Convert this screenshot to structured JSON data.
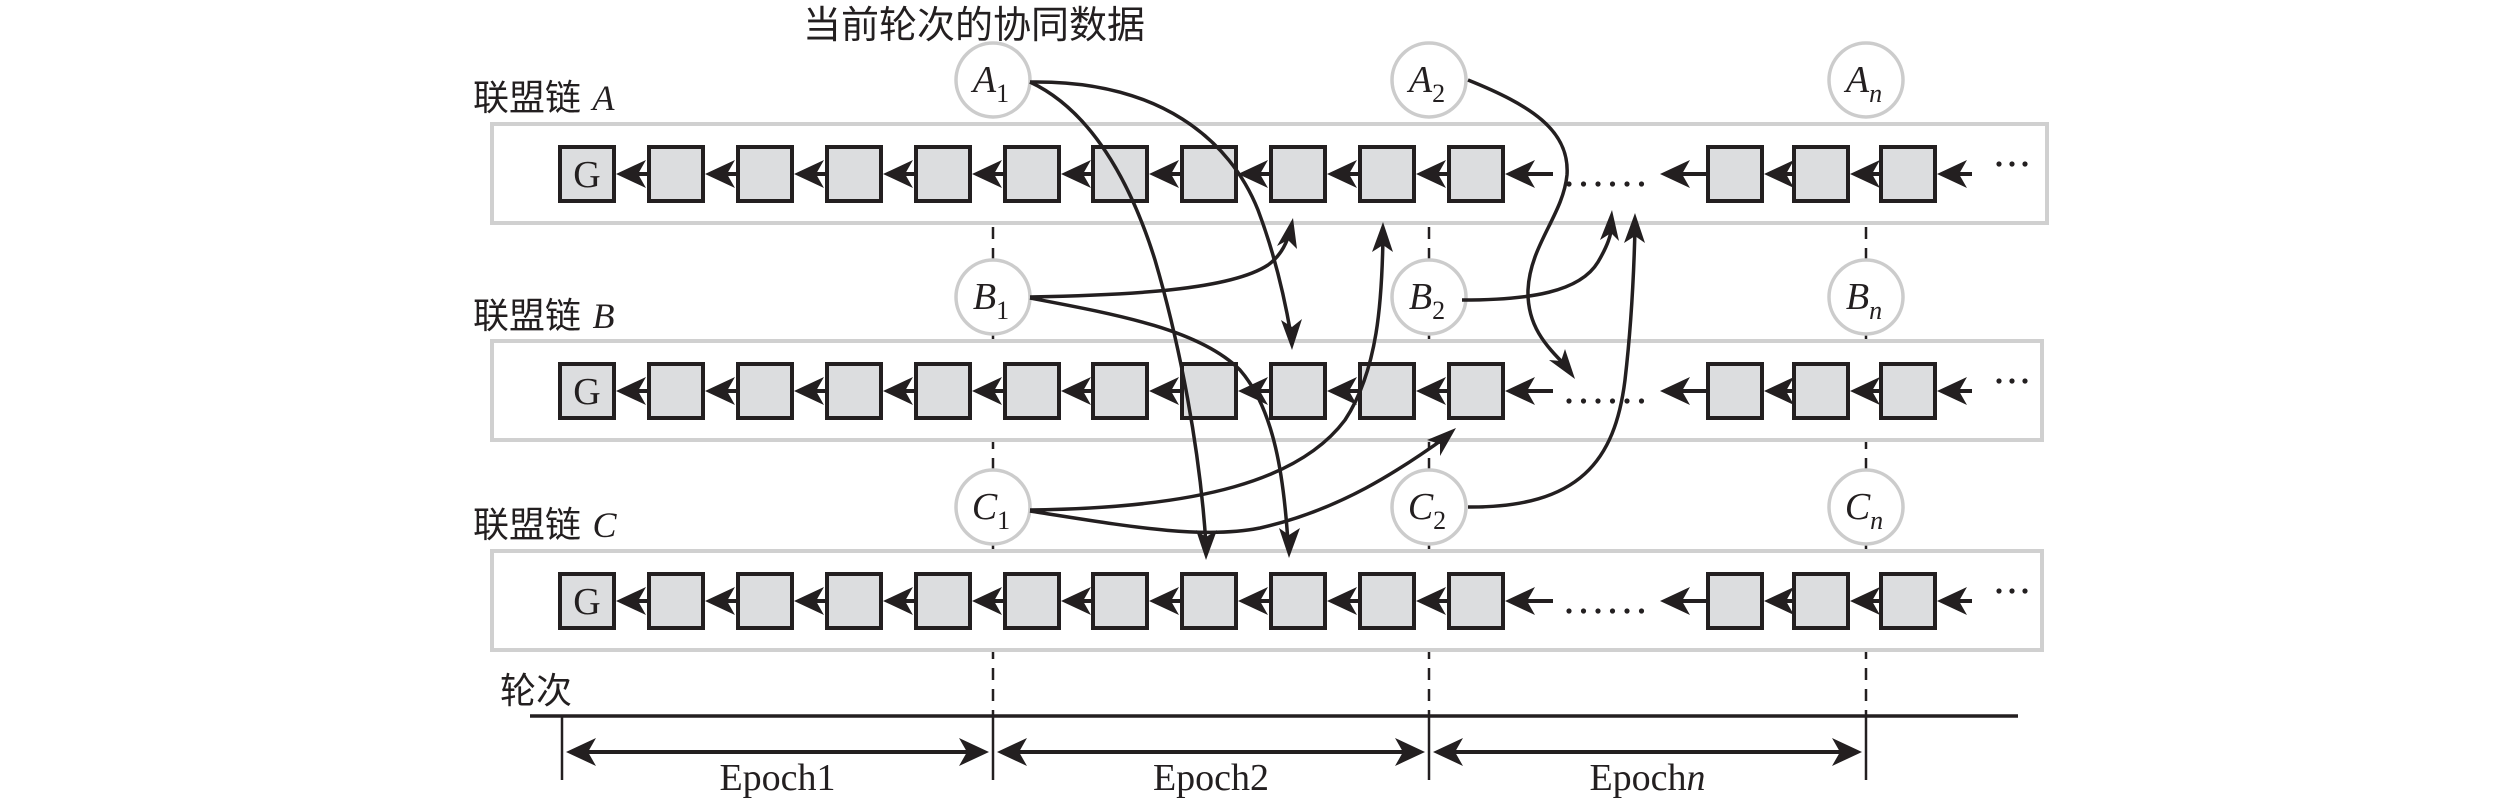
{
  "title": "当前轮次的协同数据",
  "chains": [
    {
      "id": "A",
      "label_prefix": "联盟链 ",
      "label_var": "A",
      "genesis": "G",
      "ellipsis": "……",
      "more": "···"
    },
    {
      "id": "B",
      "label_prefix": "联盟链 ",
      "label_var": "B",
      "genesis": "G",
      "ellipsis": "……",
      "more": "···"
    },
    {
      "id": "C",
      "label_prefix": "联盟链 ",
      "label_var": "C",
      "genesis": "G",
      "ellipsis": "……",
      "more": "···"
    }
  ],
  "nodes": [
    {
      "chain": "A",
      "epoch": 0,
      "base": "A",
      "sub": "1"
    },
    {
      "chain": "A",
      "epoch": 1,
      "base": "A",
      "sub": "2"
    },
    {
      "chain": "A",
      "epoch": 2,
      "base": "A",
      "sub": "n"
    },
    {
      "chain": "B",
      "epoch": 0,
      "base": "B",
      "sub": "1"
    },
    {
      "chain": "B",
      "epoch": 1,
      "base": "B",
      "sub": "2"
    },
    {
      "chain": "B",
      "epoch": 2,
      "base": "B",
      "sub": "n"
    },
    {
      "chain": "C",
      "epoch": 0,
      "base": "C",
      "sub": "1"
    },
    {
      "chain": "C",
      "epoch": 1,
      "base": "C",
      "sub": "2"
    },
    {
      "chain": "C",
      "epoch": 2,
      "base": "C",
      "sub": "n"
    }
  ],
  "blocks_before_ellipsis": 11,
  "blocks_after_ellipsis": 3,
  "timeline": {
    "label": "轮次",
    "epochs": [
      {
        "prefix": "Epoch",
        "suffix": "1",
        "suffix_italic": false
      },
      {
        "prefix": "Epoch",
        "suffix": "2",
        "suffix_italic": false
      },
      {
        "prefix": "Epoch",
        "suffix": "n",
        "suffix_italic": true
      }
    ]
  },
  "cross_links": [
    {
      "from": "A1",
      "to": "chain B (epoch 2 block)"
    },
    {
      "from": "A1",
      "to": "chain C (epoch 2 block)"
    },
    {
      "from": "B1",
      "to": "chain A (epoch 2 block)"
    },
    {
      "from": "B1",
      "to": "chain C (epoch 2 block)"
    },
    {
      "from": "C1",
      "to": "chain A (epoch 2 block)"
    },
    {
      "from": "C1",
      "to": "chain B (epoch 2 block)"
    },
    {
      "from": "A2",
      "to": "chain B (later blocks)"
    },
    {
      "from": "B2",
      "to": "chain A (later blocks)"
    },
    {
      "from": "C2",
      "to": "chain A (later blocks)"
    }
  ]
}
